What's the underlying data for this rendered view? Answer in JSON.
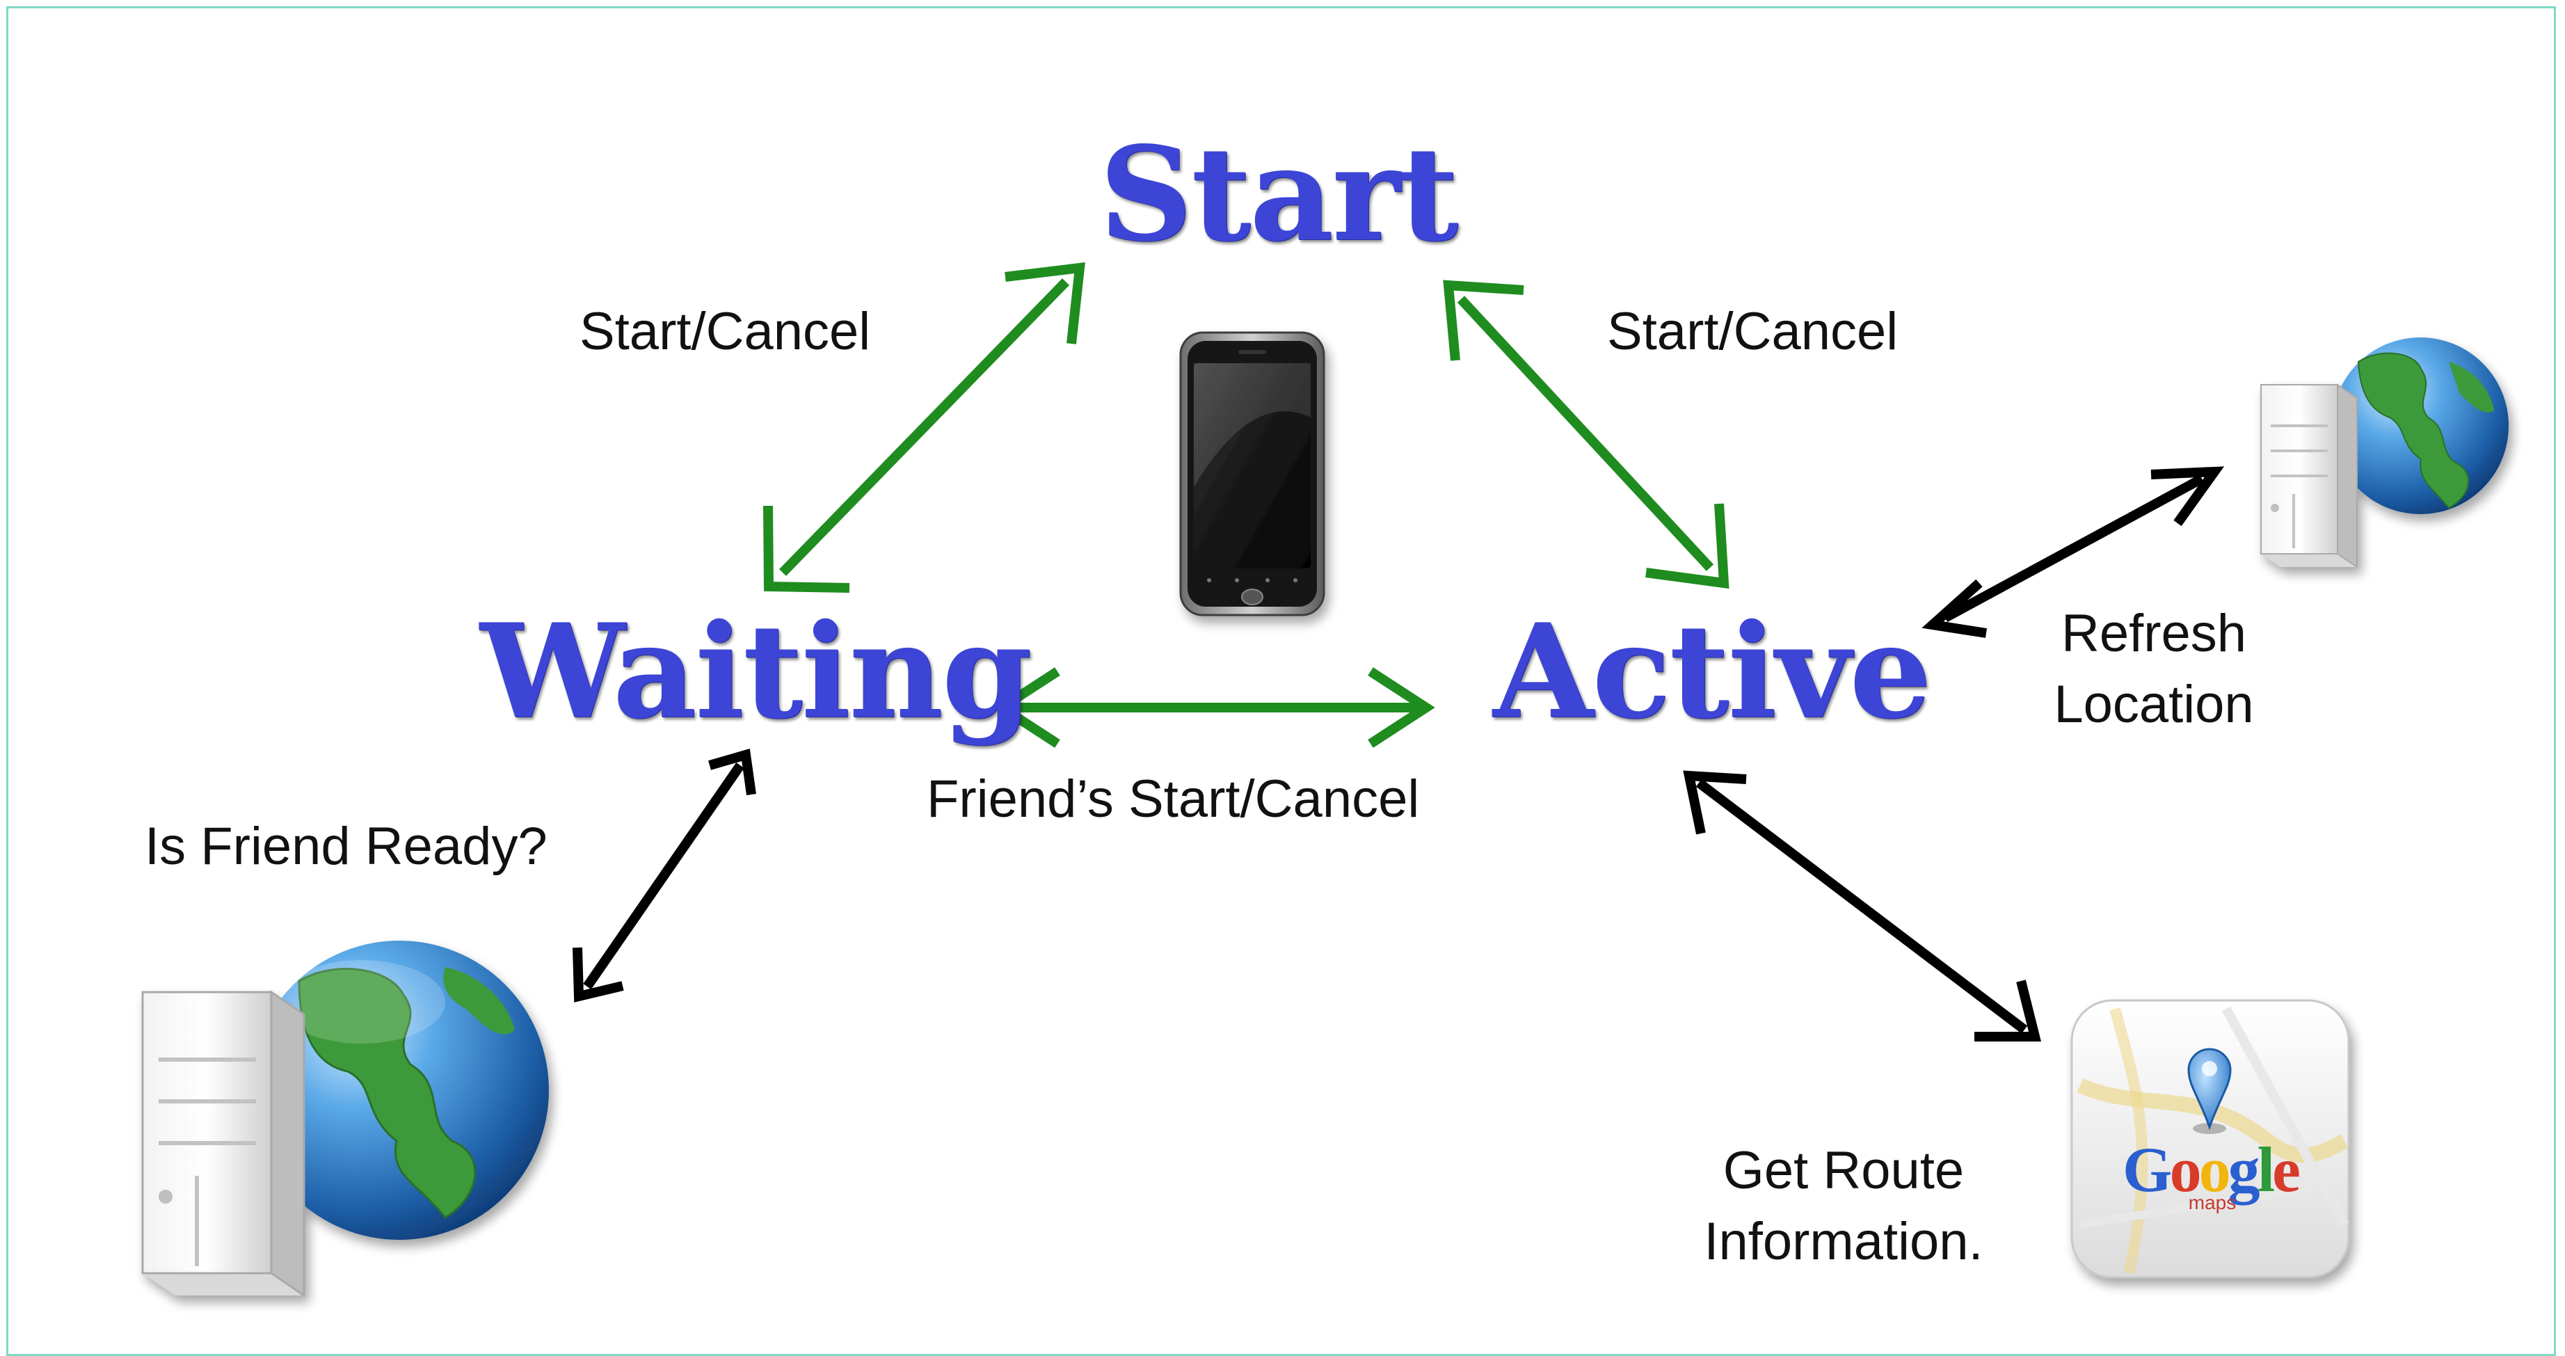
{
  "states": {
    "start": "Start",
    "waiting": "Waiting",
    "active": "Active"
  },
  "transitions": {
    "waiting_start": "Start/Cancel",
    "start_active": "Start/Cancel",
    "waiting_active": "Friend’s Start/Cancel"
  },
  "services": {
    "friend_ready": "Is Friend Ready?",
    "refresh_location": [
      "Refresh",
      "Location"
    ],
    "get_route": [
      "Get Route",
      "Information."
    ],
    "google_logo": "Google",
    "google_maps_sub": "maps"
  },
  "icons": {
    "phone": "smartphone-icon",
    "server_left": "server-globe-icon",
    "server_right": "server-globe-icon",
    "maps": "google-maps-icon"
  },
  "colors": {
    "state_text": "#3c45d6",
    "state_arrow": "#1f8c1f",
    "service_arrow": "#000000",
    "frame": "#7fd9c6"
  }
}
